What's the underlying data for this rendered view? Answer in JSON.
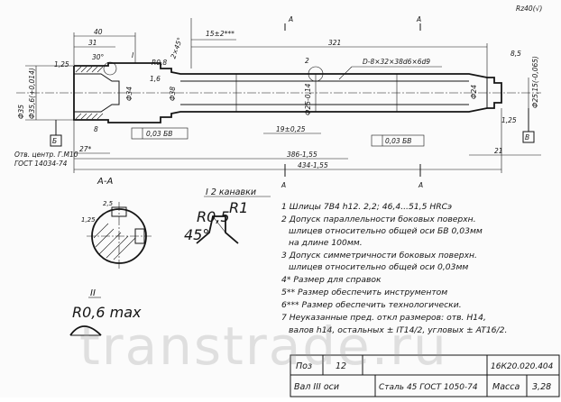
{
  "dims": {
    "d40": "40",
    "d31": "31",
    "d125_30": "1,25",
    "d30deg": "30°",
    "d_r": "R0,8",
    "d_chamfer": "2×45°",
    "d321": "321",
    "d15": "15±2***",
    "d1_6": "1,6",
    "d_shaft_top": "√",
    "d_rough": "Rz40(√)",
    "d_spline": "D-8×32×38d6×6d9",
    "d_phi38": "Ф38",
    "d_phi34": "Ф34",
    "d_phi35": "Ф35",
    "d_phi25": "Ф25,15(-0,065)",
    "d_phi24": "Ф24",
    "d_phi23": "Ф35,6(+0,014)",
    "d_phi25b": "Ф25-0,14",
    "d_19": "19±0,25",
    "d_8": "8",
    "d_21": "21",
    "d_27": "27*",
    "d_386": "386-1,55",
    "d_434": "434-1,55",
    "d_8_5": "8,5",
    "d_1_25b": "1,25",
    "d_tol1": "0,03 БВ",
    "d_tol2": "0,03 БВ",
    "d_A": "А",
    "d_B": "Б",
    "d_V": "В",
    "d_2": "2",
    "d_I": "I",
    "d_II": "II",
    "d_center": "Отв. центр. Г.М10",
    "d_gost_center": "ГОСТ 14034-74"
  },
  "views": {
    "section_title": "А-А",
    "detail1_title": "I 2 канавки",
    "detail1_r1": "R1",
    "detail1_r05": "R0,5",
    "detail1_45": "45°",
    "section_d25": "2,5",
    "section_d15": "1,25",
    "detail2_title": "II",
    "detail2_r": "R0,6 max"
  },
  "notes": [
    "1 Шлицы 7В4 h12. 2,2; 46,4...51,5 HRCэ",
    "2 Допуск параллельности боковых поверхн.",
    "шлицев относительно общей оси БВ 0,03мм",
    "на длине 100мм.",
    "3 Допуск симметричности боковых поверхн.",
    "шлицев относительно общей оси 0,03мм",
    "4* Размер для справок",
    "5** Размер обеспечить инструментом",
    "6*** Размер обеспечить технологически.",
    "7 Неуказанные пред. откл размеров: отв. Н14,",
    "валов h14, остальных ± IT14/2, угловых ± AT16/2."
  ],
  "title_block": {
    "pos_label": "Поз",
    "pos_value": "12",
    "code": "16К20.020.404",
    "name": "Вал III оси",
    "material": "Сталь 45 ГОСТ 1050-74",
    "mass_label": "Масса",
    "mass_value": "3,28"
  },
  "watermark": "transtrade.ru"
}
